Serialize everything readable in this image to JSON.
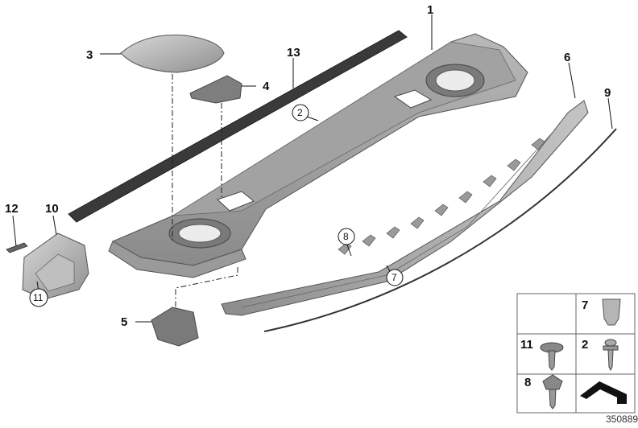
{
  "diagram": {
    "callouts": {
      "c1": "1",
      "c2": "2",
      "c3": "3",
      "c4": "4",
      "c5": "5",
      "c6": "6",
      "c7": "7",
      "c8": "8",
      "c9": "9",
      "c10": "10",
      "c11": "11",
      "c12": "12",
      "c13": "13"
    },
    "circled": {
      "on_shelf": "2",
      "on_strip_a": "8",
      "on_strip_b": "7",
      "on_bracket": "11"
    },
    "legend": {
      "cell_7": "7",
      "cell_11": "11",
      "cell_2": "2",
      "cell_8": "8"
    },
    "diagram_code": "350889"
  }
}
